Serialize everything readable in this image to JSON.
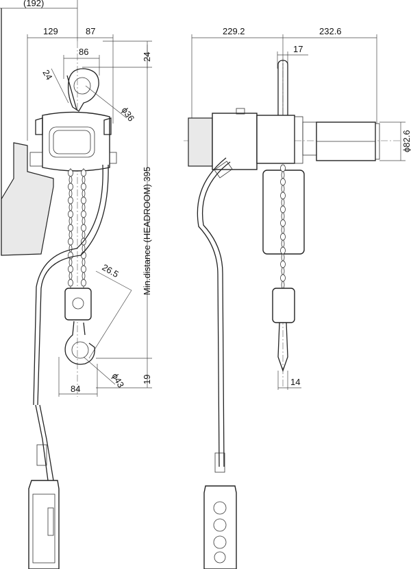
{
  "drawing": {
    "dimensions": {
      "overall_width_paren": "(192)",
      "left_offset": "129",
      "right_offset": "87",
      "hook_top_width": "86",
      "top_hook_thickness": "24",
      "top_hook_gap": "24",
      "top_hook_dia": "ϕ36",
      "headroom": "Min.distance (HEADROOM) 395",
      "bottom_hook_opening": "26.5",
      "bottom_hook_dia": "ϕ43",
      "bottom_hook_width": "84",
      "bottom_hook_offset": "19",
      "side_left": "229.2",
      "side_right": "232.6",
      "side_hook_width": "17",
      "motor_dia": "ϕ82.6",
      "side_bottom_hook": "14"
    }
  }
}
